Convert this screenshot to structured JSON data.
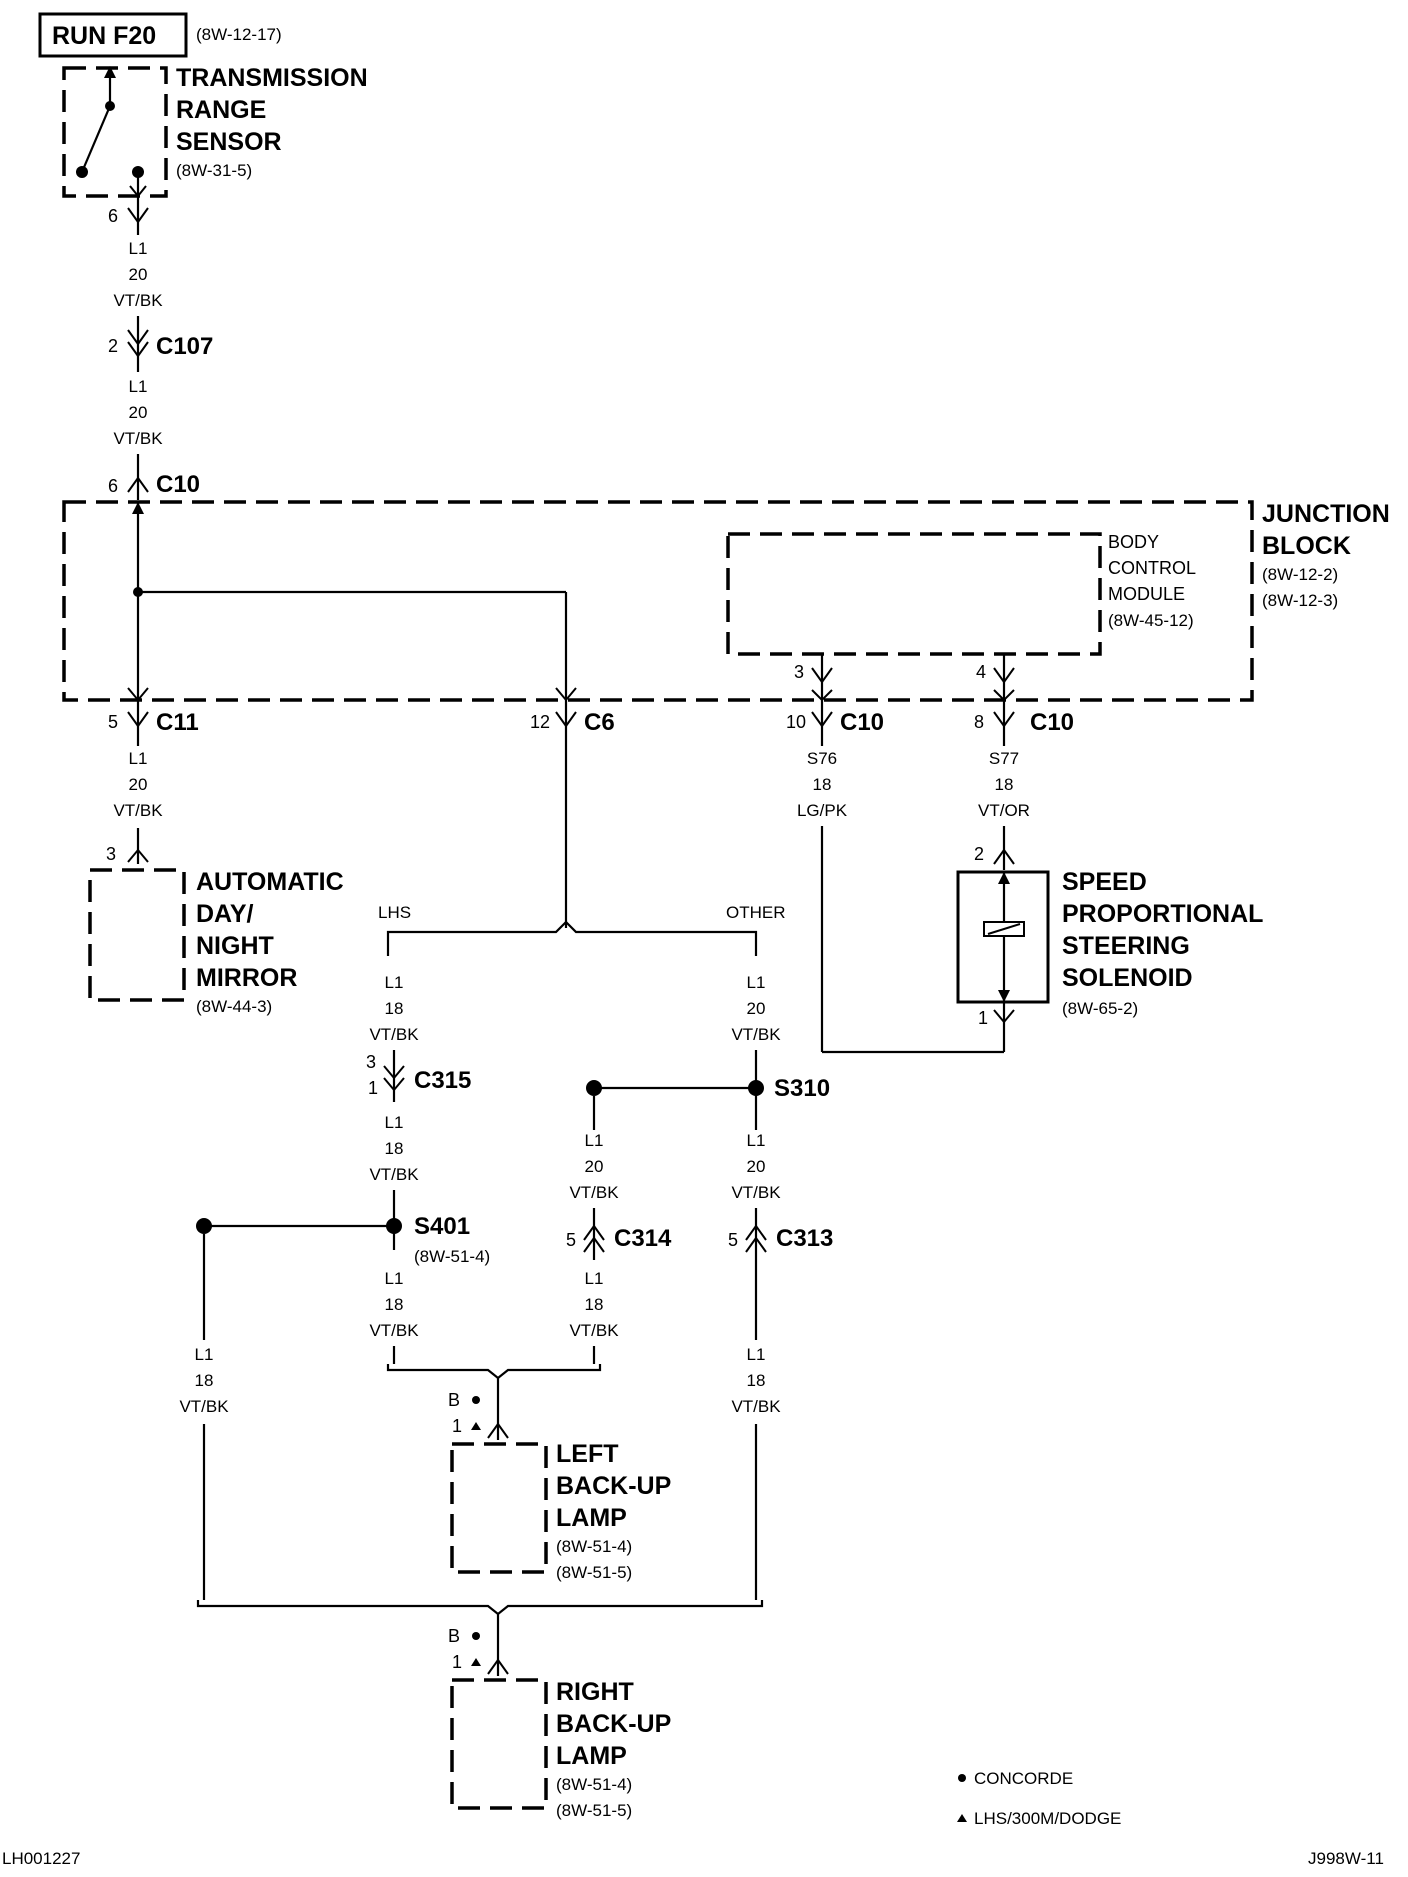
{
  "fuse": {
    "label": "RUN F20",
    "ref": "(8W-12-17)"
  },
  "trs": {
    "lines": [
      "TRANSMISSION",
      "RANGE",
      "SENSOR"
    ],
    "ref": "(8W-31-5)",
    "pin": "6"
  },
  "wire_a": {
    "circuit": "L1",
    "gauge": "20",
    "color": "VT/BK"
  },
  "c107": {
    "pin": "2",
    "name": "C107"
  },
  "wire_b": {
    "circuit": "L1",
    "gauge": "20",
    "color": "VT/BK"
  },
  "c10_top": {
    "pin": "6",
    "name": "C10"
  },
  "junction_block": {
    "lines": [
      "JUNCTION",
      "BLOCK"
    ],
    "refs": [
      "(8W-12-2)",
      "(8W-12-3)"
    ]
  },
  "bcm": {
    "lines": [
      "BODY",
      "CONTROL",
      "MODULE"
    ],
    "ref": "(8W-45-12)",
    "pin_left": "3",
    "pin_right": "4"
  },
  "c11": {
    "pin": "5",
    "name": "C11"
  },
  "c6": {
    "pin": "12",
    "name": "C6"
  },
  "c10_a": {
    "pin": "10",
    "name": "C10"
  },
  "c10_b": {
    "pin": "8",
    "name": "C10"
  },
  "wire_mirror": {
    "circuit": "L1",
    "gauge": "20",
    "color": "VT/BK"
  },
  "wire_s76": {
    "circuit": "S76",
    "gauge": "18",
    "color": "LG/PK"
  },
  "wire_s77": {
    "circuit": "S77",
    "gauge": "18",
    "color": "VT/OR"
  },
  "mirror": {
    "lines": [
      "AUTOMATIC",
      "DAY/",
      "NIGHT",
      "MIRROR"
    ],
    "ref": "(8W-44-3)",
    "pin": "3"
  },
  "solenoid": {
    "lines": [
      "SPEED",
      "PROPORTIONAL",
      "STEERING",
      "SOLENOID"
    ],
    "ref": "(8W-65-2)",
    "pin_top": "2",
    "pin_bottom": "1"
  },
  "split": {
    "left": "LHS",
    "right": "OTHER"
  },
  "wire_lhs1": {
    "circuit": "L1",
    "gauge": "18",
    "color": "VT/BK"
  },
  "wire_oth1": {
    "circuit": "L1",
    "gauge": "20",
    "color": "VT/BK"
  },
  "c315": {
    "pin_top": "3",
    "pin_bottom": "1",
    "name": "C315"
  },
  "s310": {
    "name": "S310"
  },
  "wire_lhs2": {
    "circuit": "L1",
    "gauge": "18",
    "color": "VT/BK"
  },
  "wire_mid1": {
    "circuit": "L1",
    "gauge": "20",
    "color": "VT/BK"
  },
  "wire_oth2": {
    "circuit": "L1",
    "gauge": "20",
    "color": "VT/BK"
  },
  "s401": {
    "name": "S401",
    "ref": "(8W-51-4)"
  },
  "c314": {
    "pin": "5",
    "name": "C314"
  },
  "c313": {
    "pin": "5",
    "name": "C313"
  },
  "wire_lhs3": {
    "circuit": "L1",
    "gauge": "18",
    "color": "VT/BK"
  },
  "wire_mid2": {
    "circuit": "L1",
    "gauge": "18",
    "color": "VT/BK"
  },
  "wire_far_left": {
    "circuit": "L1",
    "gauge": "18",
    "color": "VT/BK"
  },
  "wire_far_right": {
    "circuit": "L1",
    "gauge": "18",
    "color": "VT/BK"
  },
  "left_lamp": {
    "lines": [
      "LEFT",
      "BACK-UP",
      "LAMP"
    ],
    "refs": [
      "(8W-51-4)",
      "(8W-51-5)"
    ],
    "pin_b": "B",
    "pin_1": "1"
  },
  "right_lamp": {
    "lines": [
      "RIGHT",
      "BACK-UP",
      "LAMP"
    ],
    "refs": [
      "(8W-51-4)",
      "(8W-51-5)"
    ],
    "pin_b": "B",
    "pin_1": "1"
  },
  "legend": {
    "dot": "CONCORDE",
    "triangle": "LHS/300M/DODGE"
  },
  "footer": {
    "left": "LH001227",
    "right": "J998W-11"
  }
}
